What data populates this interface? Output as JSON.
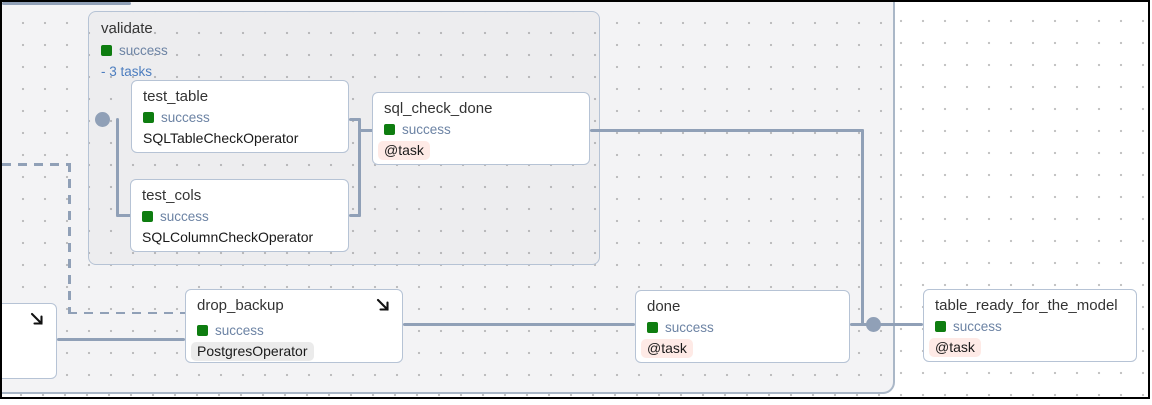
{
  "colors": {
    "success_green": "#0e7d10",
    "status_text": "#6c83a4",
    "link_blue": "#4c7dbf",
    "edge": "#90a0b7",
    "node_border": "#b6c3d5",
    "node_bg": "#ffffff",
    "group_bg": "#ededef",
    "container_bg": "#f3f3f5",
    "canvas_bg": "#ffffff",
    "task_badge_bg": "#feeae6",
    "operator_badge_bg": "#ebebeb",
    "title_text": "#333333"
  },
  "group_validate": {
    "title": "validate",
    "status": "success",
    "tasks_toggle": "- 3 tasks"
  },
  "nodes": {
    "test_table": {
      "title": "test_table",
      "status": "success",
      "operator": "SQLTableCheckOperator"
    },
    "test_cols": {
      "title": "test_cols",
      "status": "success",
      "operator": "SQLColumnCheckOperator"
    },
    "sql_check_done": {
      "title": "sql_check_done",
      "status": "success",
      "operator": "@task"
    },
    "drop_backup": {
      "title": "drop_backup",
      "status": "success",
      "operator": "PostgresOperator"
    },
    "done": {
      "title": "done",
      "status": "success",
      "operator": "@task"
    },
    "table_ready_for_the_model": {
      "title": "table_ready_for_the_model",
      "status": "success",
      "operator": "@task"
    }
  },
  "icons": {
    "expand_arrow": "↘",
    "success_square": "green-square"
  }
}
